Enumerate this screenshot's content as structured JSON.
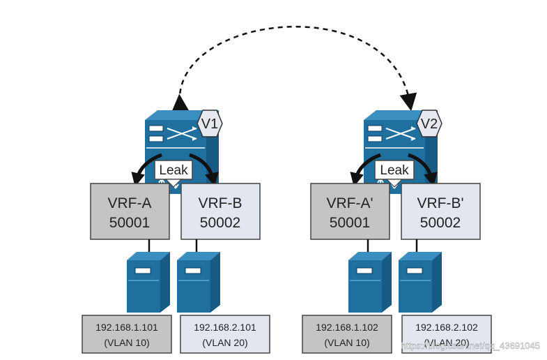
{
  "switches": [
    {
      "vtep": "V1",
      "leak": "Leak",
      "vrfs": [
        {
          "name": "VRF-A",
          "vni": "50001"
        },
        {
          "name": "VRF-B",
          "vni": "50002"
        }
      ],
      "hosts": [
        {
          "ip": "192.168.1.101",
          "vlan": "(VLAN 10)"
        },
        {
          "ip": "192.168.2.101",
          "vlan": "(VLAN 20)"
        }
      ]
    },
    {
      "vtep": "V2",
      "leak": "Leak",
      "vrfs": [
        {
          "name": "VRF-A'",
          "vni": "50001"
        },
        {
          "name": "VRF-B'",
          "vni": "50002"
        }
      ],
      "hosts": [
        {
          "ip": "192.168.1.102",
          "vlan": "(VLAN 10)"
        },
        {
          "ip": "192.168.2.102",
          "vlan": "(VLAN 20)"
        }
      ]
    }
  ],
  "watermark": "https://blog.csdn.net/qq_43691045",
  "colors": {
    "vrf_a": "#c4c4c4",
    "vrf_b": "#e1e6ef",
    "switch": "#1f6f9f",
    "switch_light": "#3a8fc0"
  }
}
